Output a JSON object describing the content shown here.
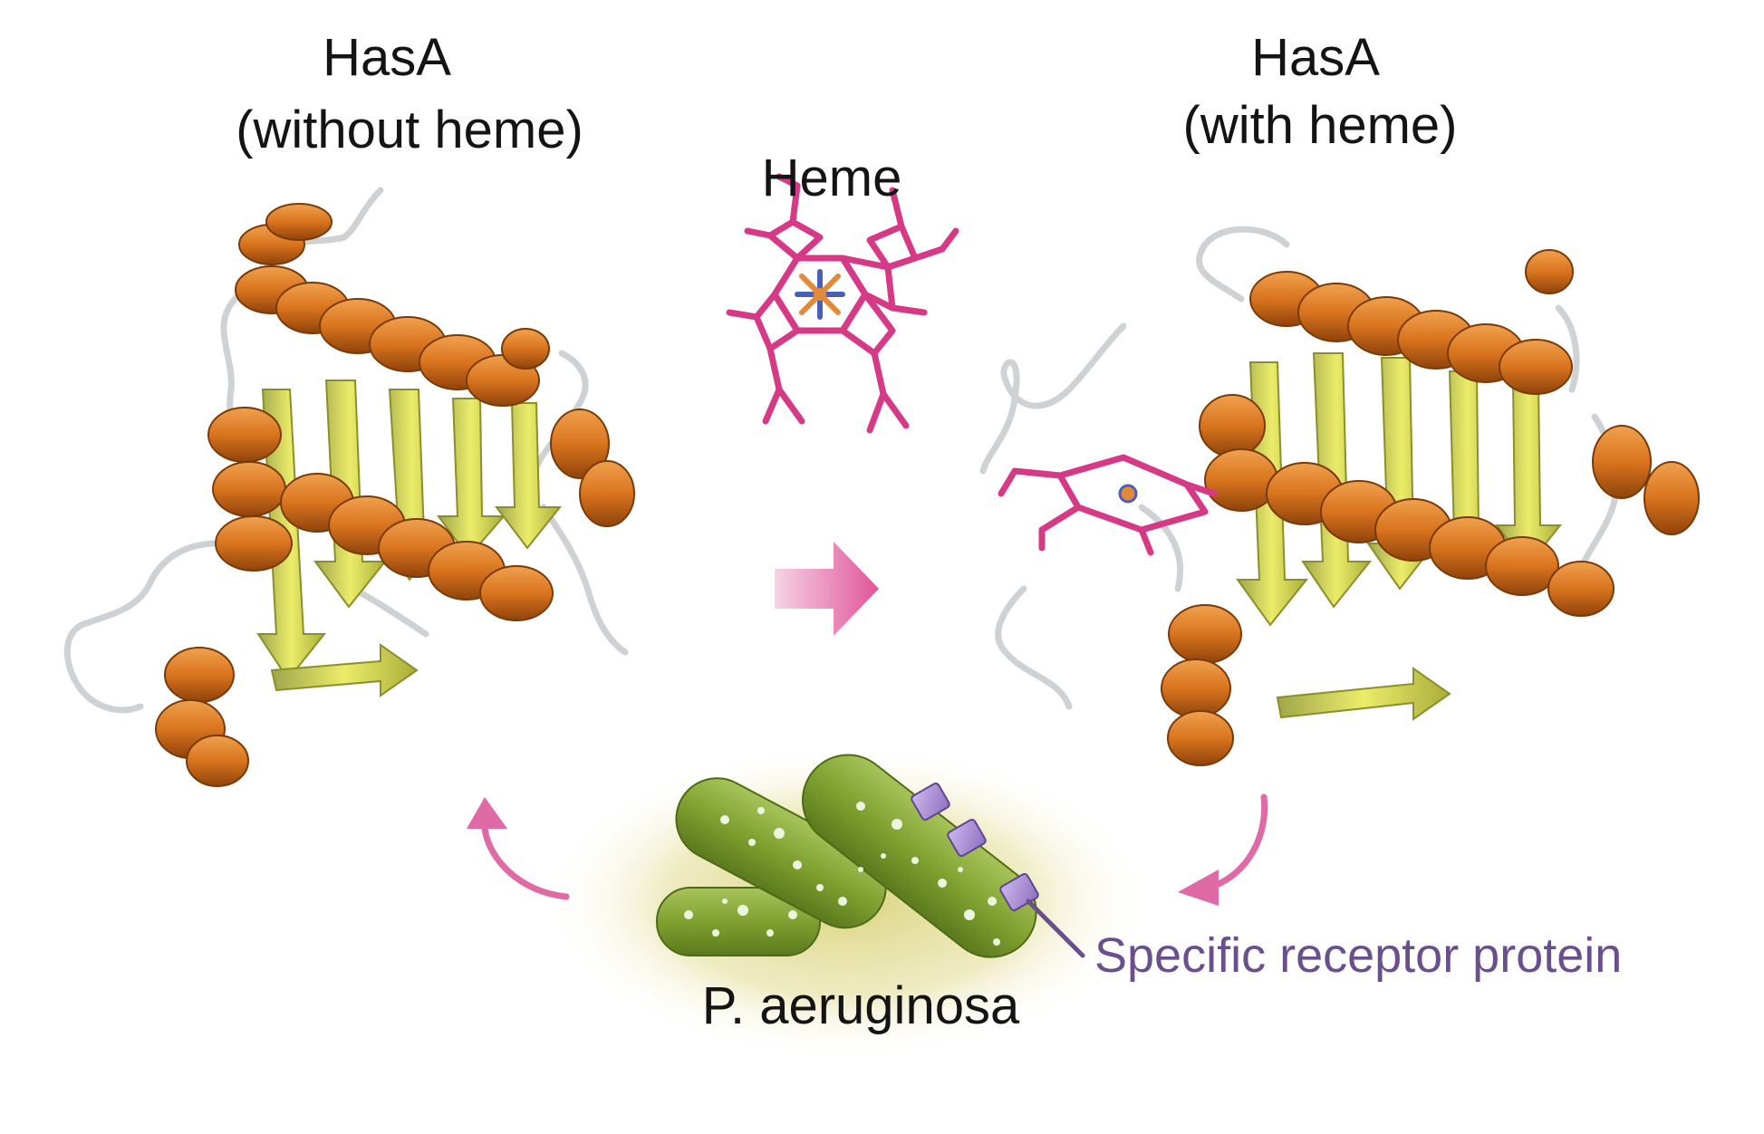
{
  "labels": {
    "left_title": "HasA",
    "left_subtitle": "(without heme)",
    "right_title": "HasA",
    "right_subtitle": "(with heme)",
    "heme": "Heme",
    "organism": "P. aeruginosa",
    "receptor": "Specific receptor protein"
  },
  "colors": {
    "helix": "#d9741e",
    "helix_dark": "#9a4a0c",
    "sheet": "#d8d84a",
    "loop": "#cfd2d4",
    "heme": "#d63a86",
    "nitrogen": "#4a5fb5",
    "iron": "#e08a3a",
    "arrow": "#e06aa6",
    "bacteria": "#7fa231",
    "halo": "#e8e3a0",
    "receptor": "#a98fd0",
    "receptor_text": "#6a4f8e"
  }
}
